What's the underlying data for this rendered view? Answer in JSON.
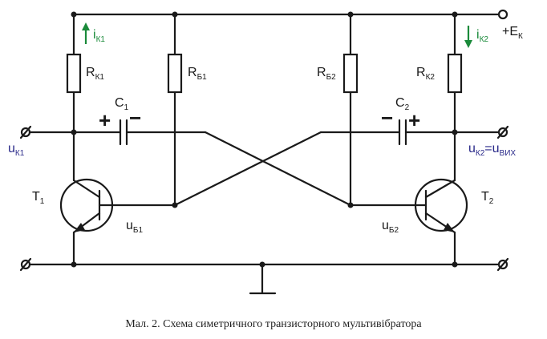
{
  "labels": {
    "supply": "+E",
    "supply_sub": "К",
    "ik1": "i",
    "ik1_sub": "К1",
    "ik2": "i",
    "ik2_sub": "К2",
    "rk1": "R",
    "rk1_sub": "К1",
    "rb1": "R",
    "rb1_sub": "Б1",
    "rb2": "R",
    "rb2_sub": "Б2",
    "rk2": "R",
    "rk2_sub": "К2",
    "c1": "C",
    "c1_sub": "1",
    "c2": "C",
    "c2_sub": "2",
    "uk1": "u",
    "uk1_sub": "К1",
    "uk2": "u",
    "uk2_sub": "К2",
    "uk2_eq": "=u",
    "uk2_out_sub": "ВИХ",
    "t1": "T",
    "t1_sub": "1",
    "t2": "T",
    "t2_sub": "2",
    "ub1": "u",
    "ub1_sub": "Б1",
    "ub2": "u",
    "ub2_sub": "Б2",
    "c1_plus": "+",
    "c1_minus": "−",
    "c2_plus": "+",
    "c2_minus": "−"
  },
  "caption": "Мал. 2. Схема симетричного транзисторного мультивібратора",
  "colors": {
    "wire": "#1a1a1a",
    "current_arrow": "#1a8a3a",
    "plus": "#e02020",
    "minus": "#1aa0e0",
    "output_label": "#2a2a8a"
  }
}
